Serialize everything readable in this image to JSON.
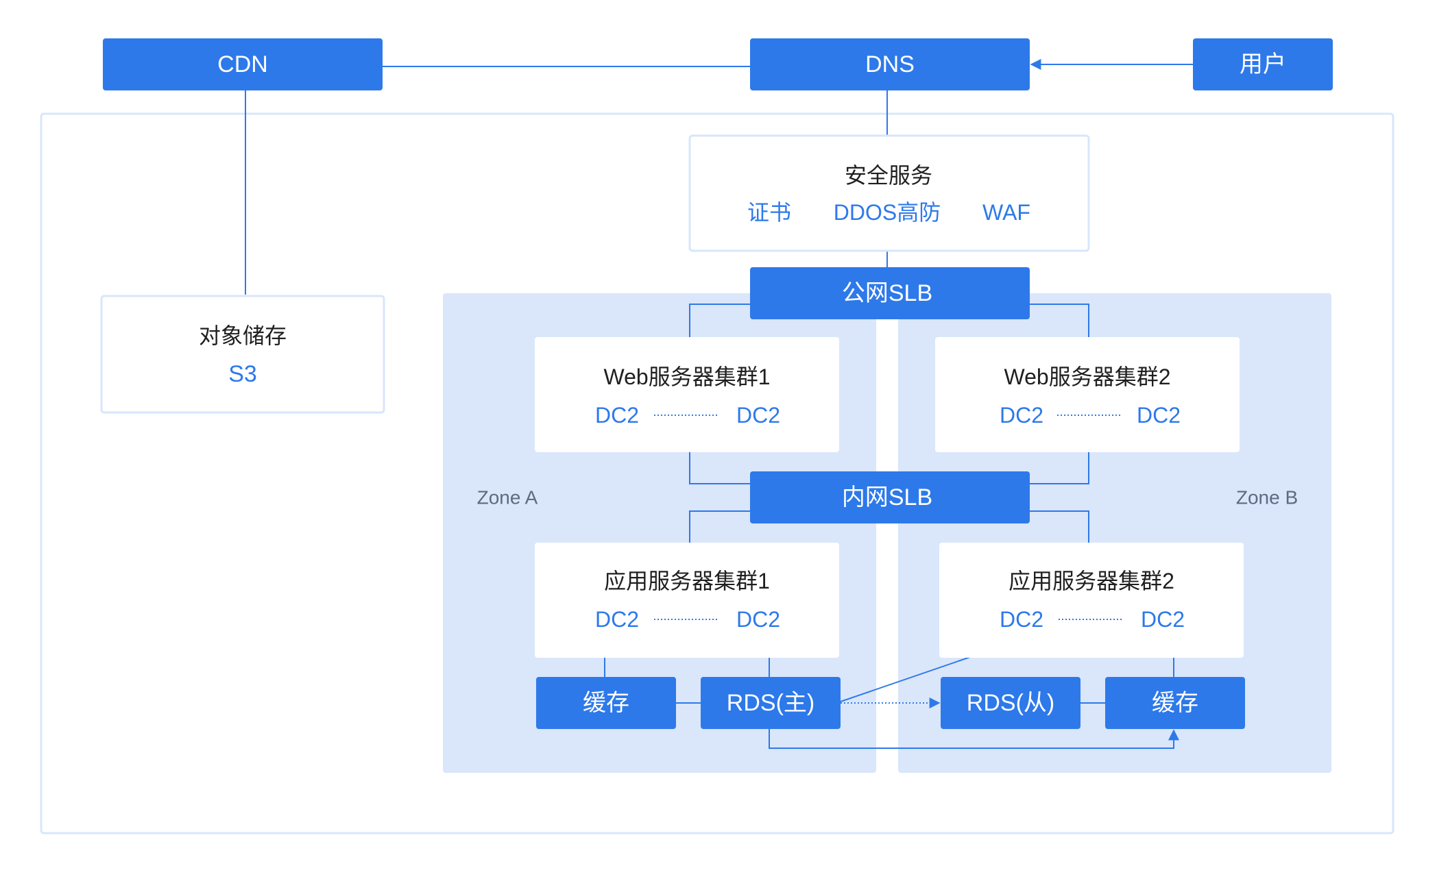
{
  "nodes": {
    "cdn": "CDN",
    "dns": "DNS",
    "user": "用户",
    "security": {
      "title": "安全服务",
      "items": [
        "证书",
        "DDOS高防",
        "WAF"
      ]
    },
    "object_storage": {
      "title": "对象储存",
      "subtitle": "S3"
    },
    "public_slb": "公网SLB",
    "internal_slb": "内网SLB",
    "web_cluster_1": {
      "title": "Web服务器集群1",
      "left": "DC2",
      "right": "DC2"
    },
    "web_cluster_2": {
      "title": "Web服务器集群2",
      "left": "DC2",
      "right": "DC2"
    },
    "app_cluster_1": {
      "title": "应用服务器集群1",
      "left": "DC2",
      "right": "DC2"
    },
    "app_cluster_2": {
      "title": "应用服务器集群2",
      "left": "DC2",
      "right": "DC2"
    },
    "cache_a": "缓存",
    "rds_master": "RDS(主)",
    "rds_slave": "RDS(从)",
    "cache_b": "缓存"
  },
  "zones": {
    "a": "Zone A",
    "b": "Zone B"
  },
  "colors": {
    "primary": "#2d79ea",
    "zone_fill": "#dae6fa",
    "frame": "#d8e6fb",
    "dark_text": "#1f1f1f"
  }
}
